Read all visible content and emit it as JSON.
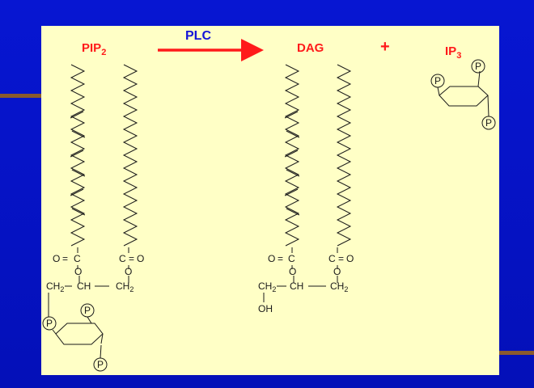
{
  "colors": {
    "background": "#0716d2",
    "panel": "#ffffc6",
    "label_red": "#ff1a1a",
    "label_blue": "#1414d8",
    "structure": "#1a1a1a"
  },
  "labels": {
    "pip2": {
      "base": "PIP",
      "sub": "2"
    },
    "plc": "PLC",
    "dag": "DAG",
    "plus": "+",
    "ip3": {
      "base": "IP",
      "sub": "3"
    }
  },
  "chem": {
    "ester_o": "O",
    "ester_c": "C",
    "eq": "=",
    "ch": "CH",
    "ch2": {
      "base": "CH",
      "sub": "2"
    },
    "oh": "OH",
    "phosphate": "P"
  },
  "icons": [
    "arrow-right-icon",
    "phosphate-icon",
    "inositol-ring-icon"
  ]
}
